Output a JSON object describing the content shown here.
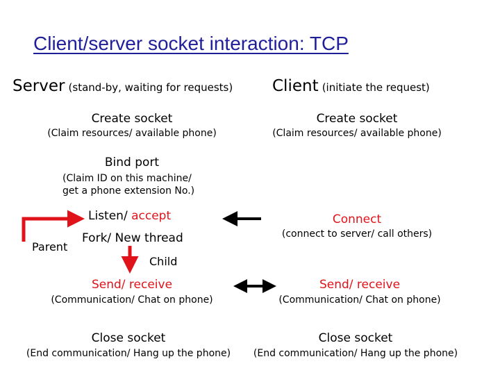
{
  "title": "Client/server socket interaction: TCP",
  "server": {
    "header": "Server",
    "header_note": "(stand-by, waiting for requests)",
    "create_socket": "Create socket",
    "create_socket_note": "(Claim resources/ available phone)",
    "bind_port": "Bind port",
    "bind_port_note_1": "(Claim ID on this machine/",
    "bind_port_note_2": "get a phone extension No.)",
    "listen": "Listen/ ",
    "accept": "accept",
    "fork": "Fork/ New thread",
    "parent": "Parent",
    "child": "Child",
    "send_receive": "Send/ receive",
    "send_receive_note": "(Communication/ Chat on phone)",
    "close_socket": "Close socket",
    "close_socket_note": "(End communication/ Hang up the phone)"
  },
  "client": {
    "header": "Client",
    "header_note": "(initiate the request)",
    "create_socket": "Create socket",
    "create_socket_note": "(Claim resources/ available phone)",
    "connect": "Connect",
    "connect_note": "(connect to server/ call others)",
    "send_receive": "Send/ receive",
    "send_receive_note": "(Communication/ Chat on phone)",
    "close_socket": "Close socket",
    "close_socket_note": "(End communication/ Hang up the phone)"
  },
  "colors": {
    "title": "#1f1f9a",
    "accent_red": "#e0131a",
    "text": "#000000"
  }
}
